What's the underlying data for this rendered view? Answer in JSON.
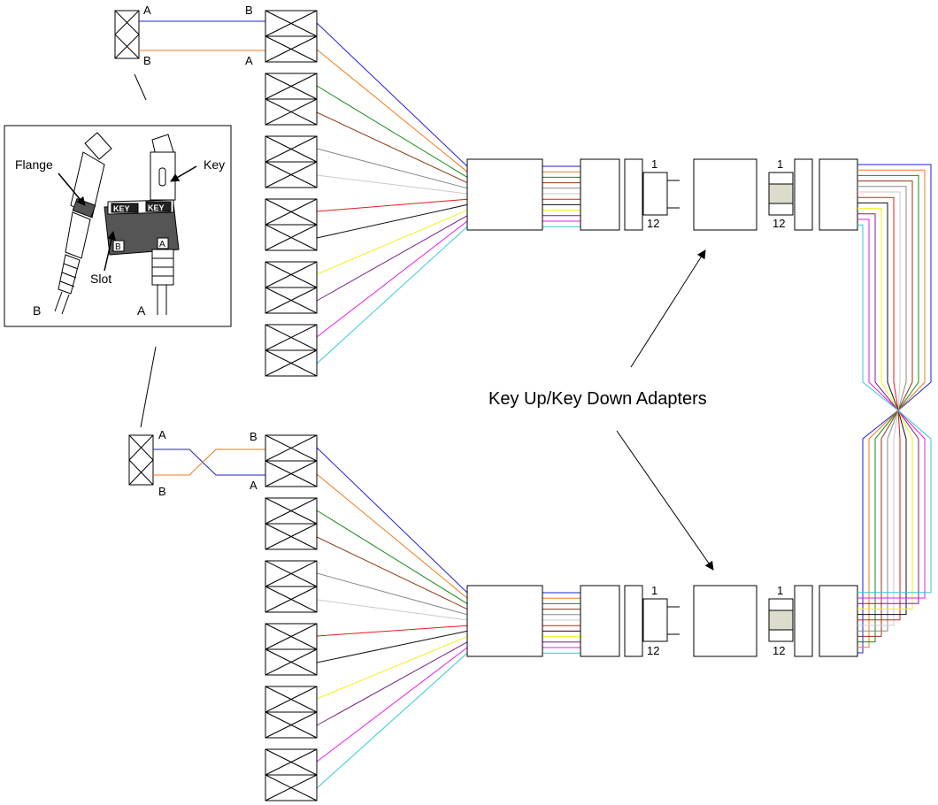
{
  "fiber_colors": [
    "#1f1fd6",
    "#f07a1e",
    "#1a8a1a",
    "#8b3a12",
    "#8a8a8a",
    "#c9c9c9",
    "#e01b1b",
    "#111111",
    "#f2f21a",
    "#7a1f8a",
    "#e61ee6",
    "#33c9d6"
  ],
  "top": {
    "duplex_left_a": "A",
    "duplex_left_b": "B",
    "duplex_right_b": "B",
    "duplex_right_a": "A",
    "fiber1_label": "1",
    "fiber12_label": "12",
    "right_fiber1_label": "1",
    "right_fiber12_label": "12"
  },
  "bottom": {
    "duplex_left_a": "A",
    "duplex_left_b": "B",
    "duplex_right_b": "B",
    "duplex_right_a": "A",
    "fiber1_label": "1",
    "fiber12_label": "12",
    "right_fiber1_label": "1",
    "right_fiber12_label": "12"
  },
  "adapters_label": "Key Up/Key Down Adapters",
  "inset": {
    "flange": "Flange",
    "key": "Key",
    "slot": "Slot",
    "key_mark_1": "KEY",
    "key_mark_2": "KEY",
    "plug_b": "B",
    "plug_a": "A",
    "body_b": "B",
    "body_a": "A"
  }
}
